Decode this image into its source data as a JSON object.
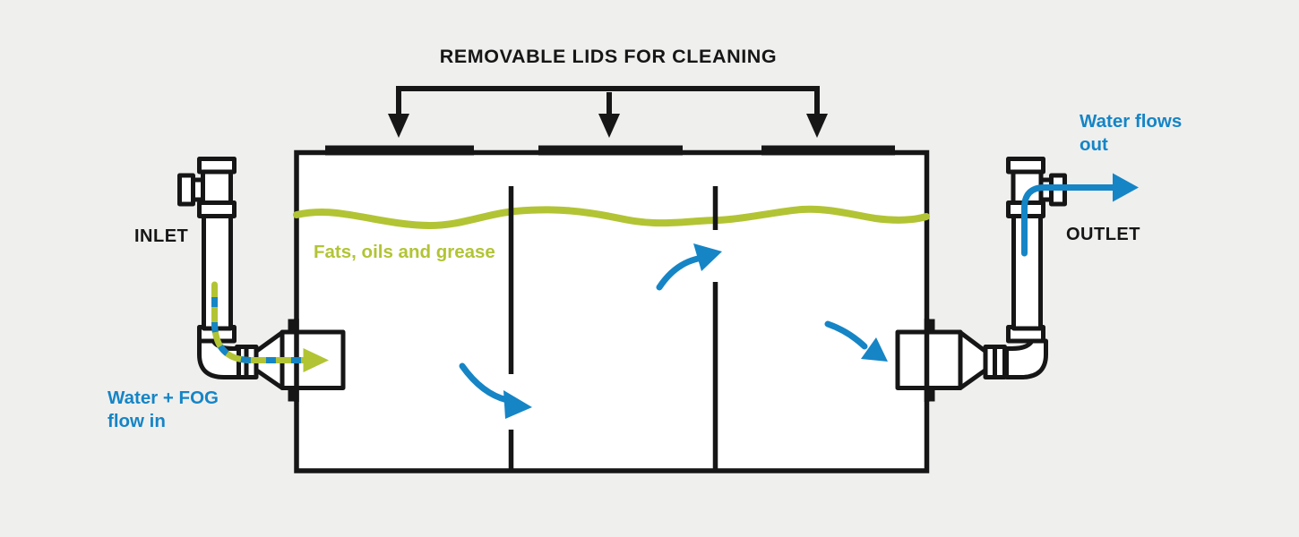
{
  "colors": {
    "background": "#efefee",
    "ink": "#161616",
    "water_blue": "#1585c6",
    "grease_green": "#b2c434",
    "tank_fill": "#ffffff"
  },
  "header": {
    "title": "REMOVABLE LIDS FOR CLEANING"
  },
  "tank": {
    "grease_label": "Fats, oils and grease",
    "lid_count": 3,
    "baffle_count": 2
  },
  "inlet": {
    "label": "INLET",
    "flow_label_line1": "Water + FOG",
    "flow_label_line2": "flow in"
  },
  "outlet": {
    "label": "OUTLET",
    "flow_label_line1": "Water flows",
    "flow_label_line2": "out"
  }
}
